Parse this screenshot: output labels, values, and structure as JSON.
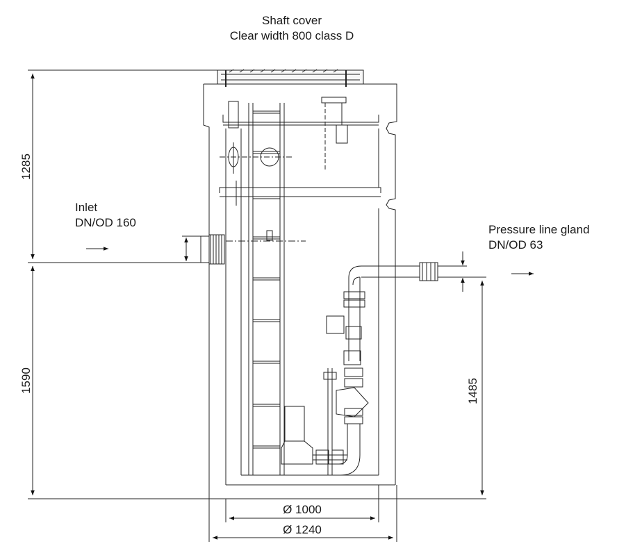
{
  "labels": {
    "shaft_cover_title": "Shaft cover",
    "shaft_cover_spec": "Clear width 800 class D",
    "inlet_title": "Inlet",
    "inlet_spec": "DN/OD 160",
    "pressure_title": "Pressure line gland",
    "pressure_spec": "DN/OD 63"
  },
  "dimensions": {
    "upper_height": "1285",
    "lower_height": "1590",
    "outlet_height": "1485",
    "inner_diameter": "Ø 1000",
    "outer_diameter": "Ø 1240"
  }
}
